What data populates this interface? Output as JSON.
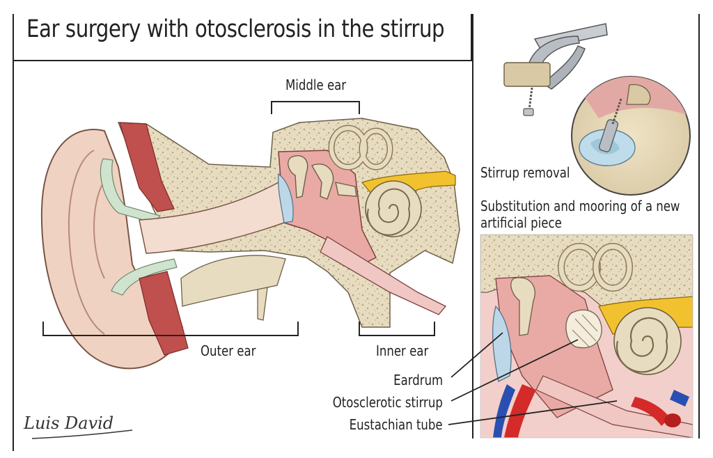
{
  "title": "Ear surgery with otosclerosis in the stirrup",
  "labels": {
    "middle_ear": "Middle ear",
    "outer_ear": "Outer ear",
    "inner_ear": "Inner ear",
    "stirrup_removal": "Stirrup removal",
    "substitution_line1": "Substitution and mooring of a new",
    "substitution_line2": "artificial piece",
    "eardrum": "Eardrum",
    "otosclerotic_stirrup": "Otosclerotic stirrup",
    "eustachian_tube": "Eustachian tube"
  },
  "signature": "Luis David",
  "colors": {
    "skin": "#f0d2c2",
    "bone": "#e8dcc0",
    "muscle": "#c0504d",
    "nerve": "#f2c22e",
    "cavity": "#e9a9a4",
    "eardrum": "#bcd8e8",
    "cartilage": "#cfe3cf",
    "vein": "#2a4fb3",
    "artery": "#d42a2a"
  }
}
